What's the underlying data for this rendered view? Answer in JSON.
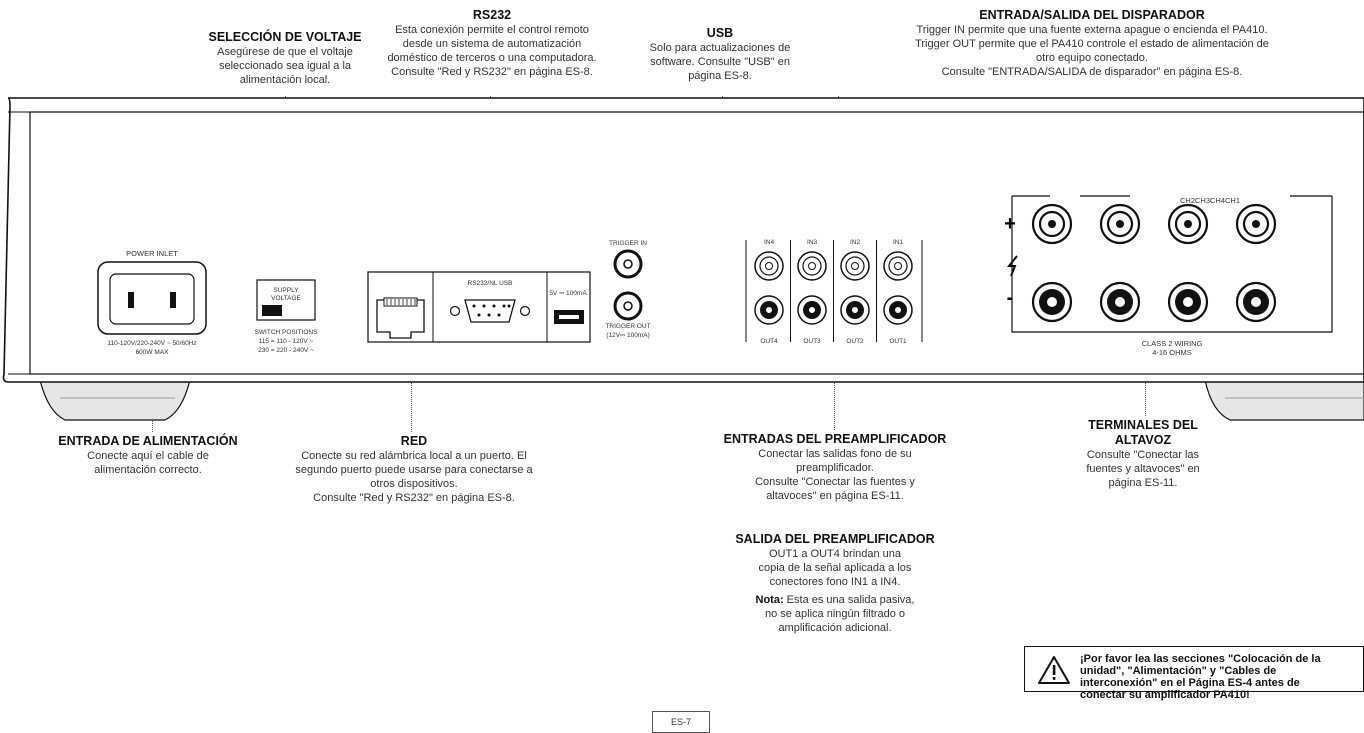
{
  "callouts": {
    "voltage": {
      "title": "SELECCIÓN DE VOLTAJE",
      "body": "Asegúrese de que el voltaje\nseleccionado sea igual a la\nalimentación local."
    },
    "rs232": {
      "title": "RS232",
      "body": "Esta conexión permite el control remoto\ndesde un sistema de automatización\ndoméstico de terceros o una computadora.\nConsulte \"Red y RS232\" en página ES-8."
    },
    "usb": {
      "title": "USB",
      "body": "Solo para actualizaciones de\nsoftware. Consulte \"USB\" en\npágina ES-8."
    },
    "trigger": {
      "title": "ENTRADA/SALIDA DEL DISPARADOR",
      "body": "Trigger IN permite que una fuente externa apague o encienda el PA410.\nTrigger OUT permite que el PA410 controle el estado de alimentación de\notro equipo conectado.\nConsulte \"ENTRADA/SALIDA de disparador\" en página ES-8."
    },
    "power": {
      "title": "ENTRADA DE ALIMENTACIÓN",
      "body": "Conecte aquí el cable de\nalimentación correcto."
    },
    "red": {
      "title": "RED",
      "body": "Conecte su red alámbrica local a un puerto. El\nsegundo puerto puede usarse para conectarse a\notros dispositivos.\nConsulte \"Red y RS232\" en página ES-8."
    },
    "preamp_in": {
      "title": "ENTRADAS DEL PREAMPLIFICADOR",
      "body": "Conectar las salidas fono de su\npreamplificador.\nConsulte \"Conectar las fuentes y\naltavoces\" en página ES-11."
    },
    "preamp_out": {
      "title": "SALIDA DEL PREAMPLIFICADOR",
      "body": "OUT1 a OUT4 brindan una\ncopia de la señal aplicada a los\nconectores fono IN1 a IN4.",
      "note_label": "Nota:",
      "note": " Esta es una salida pasiva,\nno se aplica ningún filtrado o\namplificación adicional."
    },
    "speakers": {
      "title": "TERMINALES DEL\nALTAVOZ",
      "body": "Consulte \"Conectar las\nfuentes y altavoces\" en\npágina ES-11."
    }
  },
  "panel": {
    "power_inlet": "POWER INLET",
    "power_spec_1": "110-120V/220-240V ~ 50/60Hz",
    "power_spec_2": "600W MAX",
    "supply_1": "SUPPLY",
    "supply_2": "VOLTAGE",
    "switch_1": "SWITCH POSITIONS",
    "switch_2": "115 = 110 - 120V ~",
    "switch_3": "230 = 220 - 240V ~",
    "rs232_label": "RS232/NL USB",
    "usb_label": "5V ⎓ 100mA",
    "trig_in": "TRIGGER IN",
    "trig_out": "TRIGGER OUT",
    "trig_out_spec": "(12V⎓ 100mA)",
    "in_labels": [
      "IN4",
      "IN3",
      "IN2",
      "IN1"
    ],
    "out_labels": [
      "OUT4",
      "OUT3",
      "OUT2",
      "OUT1"
    ],
    "ch_labels": "CH2CH3CH4CH1",
    "plus": "+",
    "minus": "-",
    "class2_1": "CLASS 2 WIRING",
    "class2_2": "4-16 OHMS"
  },
  "warning": "¡Por favor lea las secciones \"Colocación de la\nunidad\", \"Alimentación\" y \"Cables de\ninterconexión\" en el Página ES-4 antes de\nconectar su amplificador PA410!",
  "page_number": "ES-7"
}
